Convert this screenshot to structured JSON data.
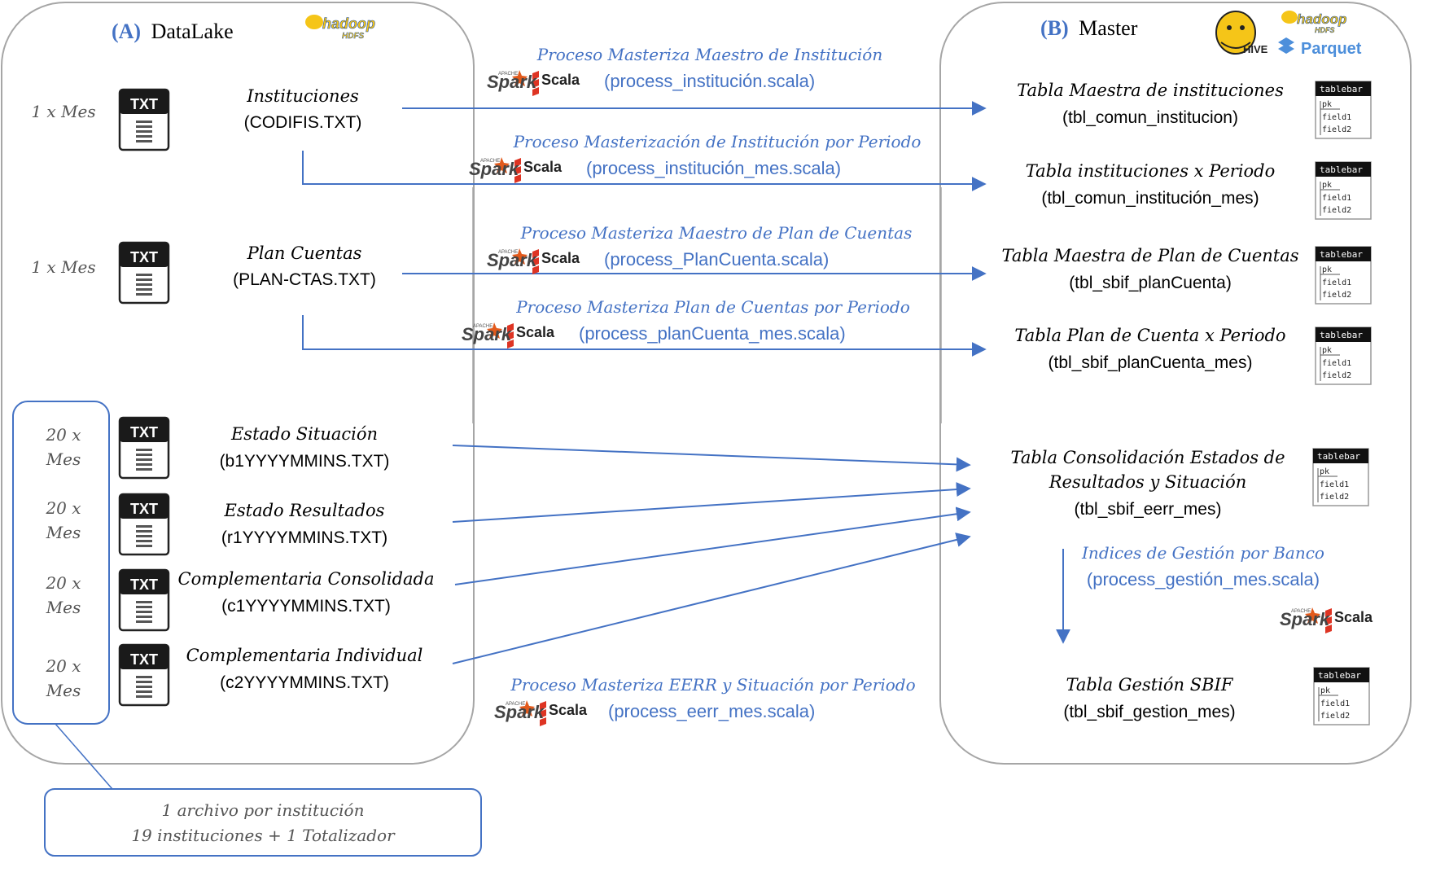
{
  "panels": {
    "datalake": {
      "letter": "(A)",
      "name": "DataLake"
    },
    "master": {
      "letter": "(B)",
      "name": "Master"
    }
  },
  "logos": {
    "hadoop_text": "hadoop",
    "hdfs_text": "HDFS",
    "hive_text": "HIVE",
    "parquet_text": "Parquet",
    "spark_text": "Spark",
    "apache_text": "APACHE",
    "scala_text": "Scala"
  },
  "source_files": [
    {
      "freq": [
        "1 x Mes"
      ],
      "name": "Instituciones",
      "file": "(CODIFIS.TXT)"
    },
    {
      "freq": [
        "1 x Mes"
      ],
      "name": "Plan Cuentas",
      "file": "(PLAN-CTAS.TXT)"
    },
    {
      "freq": [
        "20 x",
        "Mes"
      ],
      "name": "Estado Situación",
      "file": "(b1YYYYMMINS.TXT)"
    },
    {
      "freq": [
        "20 x",
        "Mes"
      ],
      "name": "Estado Resultados",
      "file": "(r1YYYYMMINS.TXT)"
    },
    {
      "freq": [
        "20 x",
        "Mes"
      ],
      "name": "Complementaria Consolidada",
      "file": "(c1YYYYMMINS.TXT)"
    },
    {
      "freq": [
        "20 x",
        "Mes"
      ],
      "name": "Complementaria Individual",
      "file": "(c2YYYYMMINS.TXT)"
    }
  ],
  "file_icon_label": "TXT",
  "processes": [
    {
      "title": "Proceso Masteriza Maestro de Institución",
      "script": "(process_institución.scala)"
    },
    {
      "title": "Proceso Masterización de Institución por Periodo",
      "script": "(process_institución_mes.scala)"
    },
    {
      "title": "Proceso Masteriza Maestro de Plan de Cuentas",
      "script": "(process_PlanCuenta.scala)"
    },
    {
      "title": "Proceso Masteriza Plan de Cuentas por Periodo",
      "script": "(process_planCuenta_mes.scala)"
    },
    {
      "title": "Proceso Masteriza EERR y Situación por Periodo",
      "script": "(process_eerr_mes.scala)"
    },
    {
      "title": "Indices de Gestión por Banco",
      "script": "(process_gestión_mes.scala)"
    }
  ],
  "master_tables": [
    {
      "title": [
        "Tabla Maestra de instituciones"
      ],
      "name": "(tbl_comun_institucion)"
    },
    {
      "title": [
        "Tabla instituciones x Periodo"
      ],
      "name": "(tbl_comun_institución_mes)"
    },
    {
      "title": [
        "Tabla Maestra de Plan de Cuentas"
      ],
      "name": "(tbl_sbif_planCuenta)"
    },
    {
      "title": [
        "Tabla Plan de Cuenta x Periodo"
      ],
      "name": "(tbl_sbif_planCuenta_mes)"
    },
    {
      "title": [
        "Tabla Consolidación Estados de",
        "Resultados y Situación"
      ],
      "name": "(tbl_sbif_eerr_mes)"
    },
    {
      "title": [
        "Tabla Gestión SBIF"
      ],
      "name": "(tbl_sbif_gestion_mes)"
    }
  ],
  "table_icon": {
    "header": "tablebar",
    "pk": "pk",
    "field1": "field1",
    "field2": "field2"
  },
  "note": {
    "lines": [
      "1 archivo por institución",
      "19 instituciones + 1 Totalizador"
    ]
  },
  "colors": {
    "blue": "#4472C4",
    "panel_border": "#A6A6A6",
    "black": "#000000",
    "spark_orange": "#E25A1C",
    "scala_red": "#DE3423",
    "hadoop_yellow": "#F5C518"
  }
}
